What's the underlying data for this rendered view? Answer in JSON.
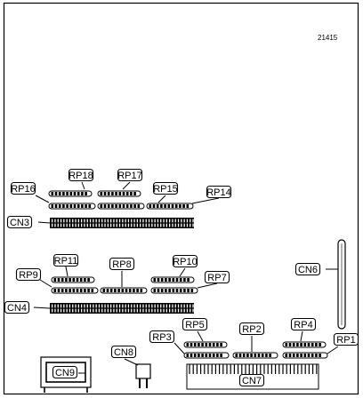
{
  "diagram": {
    "drawing_id": "21415",
    "resistor_packs": [
      {
        "id": "rp18",
        "label": "RP18"
      },
      {
        "id": "rp17",
        "label": "RP17"
      },
      {
        "id": "rp16",
        "label": "RP16"
      },
      {
        "id": "rp15",
        "label": "RP15"
      },
      {
        "id": "rp14",
        "label": "RP14"
      },
      {
        "id": "rp11",
        "label": "RP11"
      },
      {
        "id": "rp8",
        "label": "RP8"
      },
      {
        "id": "rp10",
        "label": "RP10"
      },
      {
        "id": "rp9",
        "label": "RP9"
      },
      {
        "id": "rp7",
        "label": "RP7"
      },
      {
        "id": "rp5",
        "label": "RP5"
      },
      {
        "id": "rp2",
        "label": "RP2"
      },
      {
        "id": "rp4",
        "label": "RP4"
      },
      {
        "id": "rp3",
        "label": "RP3"
      },
      {
        "id": "rp1",
        "label": "RP1"
      }
    ],
    "connectors": [
      {
        "id": "cn3",
        "label": "CN3"
      },
      {
        "id": "cn4",
        "label": "CN4"
      },
      {
        "id": "cn6",
        "label": "CN6"
      },
      {
        "id": "cn7",
        "label": "CN7"
      },
      {
        "id": "cn8",
        "label": "CN8"
      },
      {
        "id": "cn9",
        "label": "CN9"
      }
    ]
  }
}
